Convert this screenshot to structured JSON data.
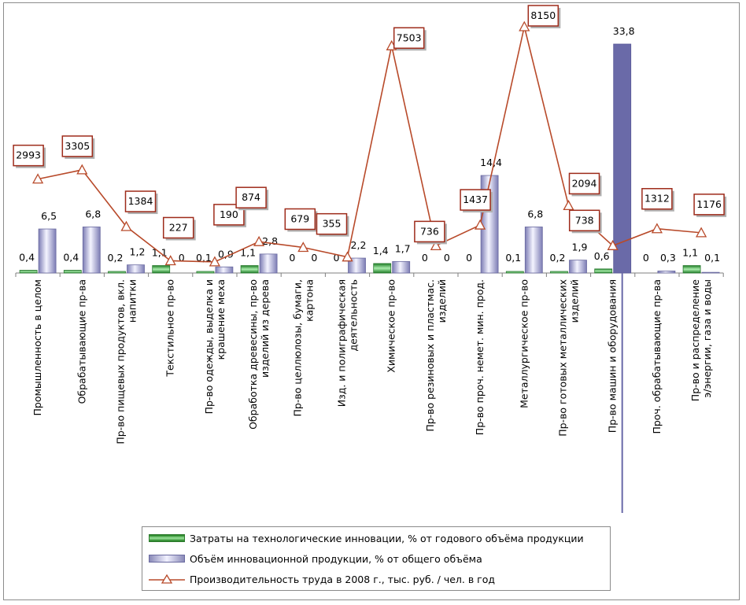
{
  "chart_data": {
    "type": "bar",
    "categories": [
      "Промышленность в целом",
      "Обрабатывающие пр-ва",
      "Пр-во пищевых продуктов, вкл. напитки",
      "Текстильное пр-во",
      "Пр-во одежды, выделка и крашение меха",
      "Обработка древесины, пр-во изделий из дерева",
      "Пр-во целлюлозы, бумаги, картона",
      "Изд. и полиграфическая деятельность",
      "Химическое пр-во",
      "Пр-во резиновых и пластмас. изделий",
      "Пр-во проч. немет. мин. прод.",
      "Металлургическое пр-во",
      "Пр-во готовых металлических изделий",
      "Пр-во машин и оборудования",
      "Проч. обрабатывающие пр-ва",
      "Пр-во и распределение э/энергии, газа и воды"
    ],
    "series": [
      {
        "name": "Затраты на технологические инновации, % от годового объёма продукции",
        "kind": "bar",
        "color": "#2e9a3a",
        "values": [
          0.4,
          0.4,
          0.2,
          1.1,
          0.1,
          1.1,
          0,
          0,
          1.4,
          0,
          0,
          0.1,
          0.2,
          0.6,
          0,
          1.1
        ],
        "labels": [
          "0,4",
          "0,4",
          "0,2",
          "1,1",
          "0,1",
          "1,1",
          "0",
          "0",
          "1,4",
          "0",
          "0",
          "0,1",
          "0,2",
          "0,6",
          "0",
          "1,1"
        ]
      },
      {
        "name": "Объём инновационной продукции, % от общего объёма",
        "kind": "bar",
        "color": "#7878b0",
        "values": [
          6.5,
          6.8,
          1.2,
          0,
          0.9,
          2.8,
          0,
          2.2,
          1.7,
          0,
          14.4,
          6.8,
          1.9,
          33.8,
          0.3,
          0.1
        ],
        "labels": [
          "6,5",
          "6,8",
          "1,2",
          "0",
          "0,9",
          "2,8",
          "0",
          "2,2",
          "1,7",
          "0",
          "14,4",
          "6,8",
          "1,9",
          "33,8",
          "0,3",
          "0,1"
        ]
      },
      {
        "name": "Производительность труда в 2008 г., тыс. руб. / чел. в год",
        "kind": "line",
        "color": "#b84a2a",
        "values": [
          2993,
          3305,
          1384,
          227,
          190,
          874,
          679,
          355,
          7503,
          736,
          1437,
          8150,
          2094,
          738,
          1312,
          1176
        ],
        "labels": [
          "2993",
          "3305",
          "1384",
          "227",
          "190",
          "874",
          "679",
          "355",
          "7503",
          "736",
          "1437",
          "8150",
          "2094",
          "738",
          "1312",
          "1176"
        ]
      }
    ],
    "highlight_category_index": 13,
    "highlight_color": "#6a6aa8",
    "legend_position": "bottom"
  }
}
